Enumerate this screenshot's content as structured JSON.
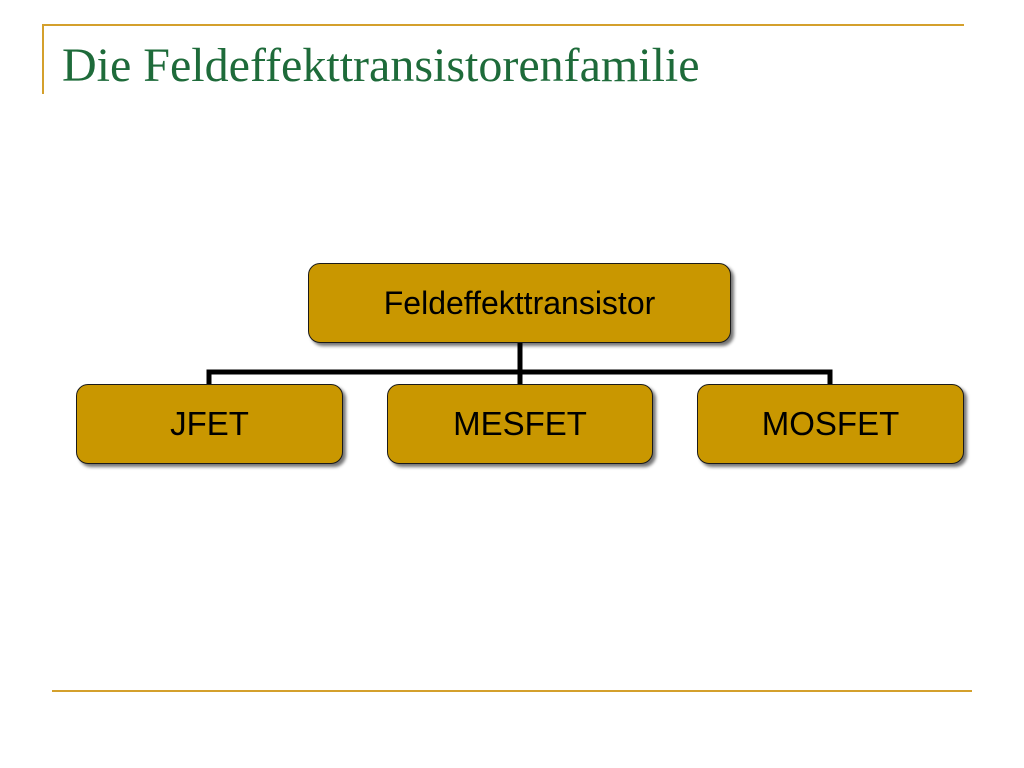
{
  "slide": {
    "title": "Die Feldeffekttransistorenfamilie"
  },
  "diagram": {
    "root": {
      "label": "Feldeffekttransistor"
    },
    "children": [
      {
        "label": "JFET"
      },
      {
        "label": "MESFET"
      },
      {
        "label": "MOSFET"
      }
    ]
  },
  "colors": {
    "title": "#1E6B3A",
    "accent_lines": "#D4A02C",
    "node_fill": "#C99700",
    "node_border": "#1a1a1a",
    "connector": "#000000"
  }
}
